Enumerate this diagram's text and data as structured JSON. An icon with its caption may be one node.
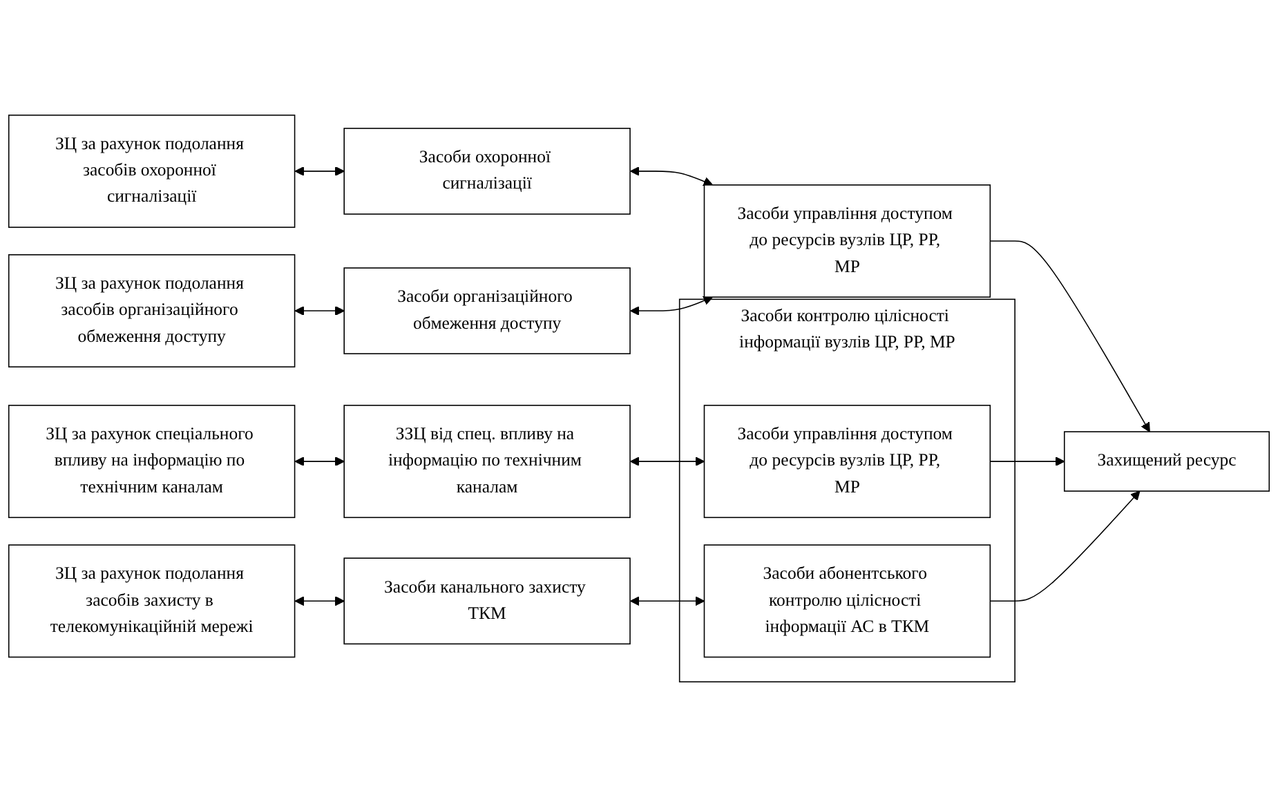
{
  "diagram": {
    "nodes": [
      {
        "text": [
          "ЗЦ за рахунок подолання засобів охоронної сигналізації"
        ]
      },
      {
        "text": [
          "ЗЦ за рахунок подолання засобів організаційного обмеження доступу"
        ]
      },
      {
        "text": [
          "ЗЦ за рахунок спеціального впливу на інформацію по технічним каналам"
        ]
      },
      {
        "text": [
          "ЗЦ за рахунок подолання засобів захисту в телекомунікаційній мережі"
        ]
      },
      {
        "text": [
          "Засоби охоронної сигналізації"
        ]
      },
      {
        "text": [
          "Засоби організаційного обмеження доступу"
        ]
      },
      {
        "text": [
          "ЗЗЦ від спец. впливу на інформацію по технічним каналам"
        ]
      },
      {
        "text": [
          "Засоби канального захисту ТКМ"
        ]
      },
      {
        "text": [
          "Засоби управління доступом до ресурсів вузлів ЦР, РР, МР"
        ]
      },
      {
        "text": [
          "Засоби контролю цілісності інформації вузлів ЦР, РР, МР"
        ]
      },
      {
        "text": [
          "Засоби управління доступом до ресурсів вузлів ЦР, РР, МР"
        ],
        "in": 9
      },
      {
        "text": [
          "Засоби абонентського контролю цілісності інформації АС в ТКМ"
        ],
        "in": 9
      },
      {
        "text": [
          "Захищений ресурс"
        ]
      }
    ],
    "edges": [
      {
        "from": 0,
        "to": 4,
        "arrow": "both"
      },
      {
        "from": 1,
        "to": 5,
        "arrow": "both"
      },
      {
        "from": 2,
        "to": 6,
        "arrow": "both"
      },
      {
        "from": 3,
        "to": 7,
        "arrow": "both"
      },
      {
        "from": 4,
        "to": 8,
        "arrow": "both"
      },
      {
        "from": 5,
        "to": 8,
        "arrow": "both"
      },
      {
        "from": 6,
        "to": 10,
        "arrow": "both"
      },
      {
        "from": 7,
        "to": 11,
        "arrow": "both"
      },
      {
        "from": 8,
        "to": 12,
        "arrow": "to"
      },
      {
        "from": 10,
        "to": 12,
        "arrow": "to"
      },
      {
        "from": 11,
        "to": 12,
        "arrow": "to"
      }
    ]
  }
}
